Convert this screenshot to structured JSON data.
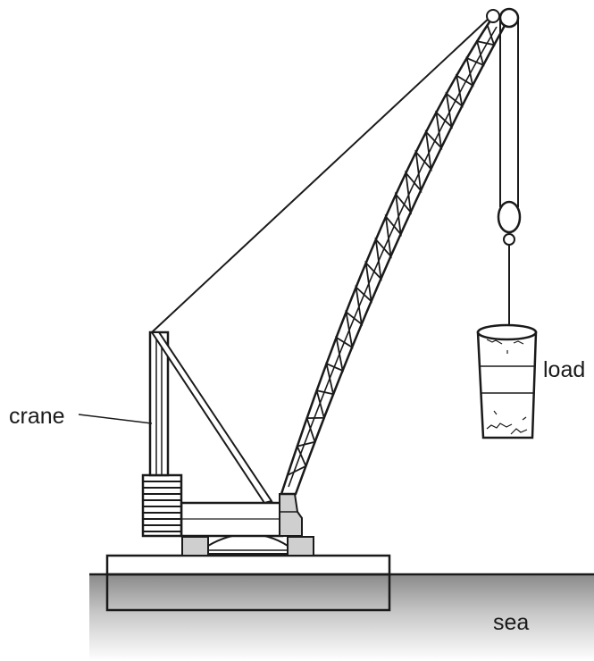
{
  "labels": {
    "crane": "crane",
    "load": "load",
    "sea": "sea"
  },
  "colors": {
    "line": "#1a1a1a",
    "metal_grey": "#cfcfcf",
    "sea_top": "#8a8a8a",
    "sea_bottom": "#ffffff"
  }
}
